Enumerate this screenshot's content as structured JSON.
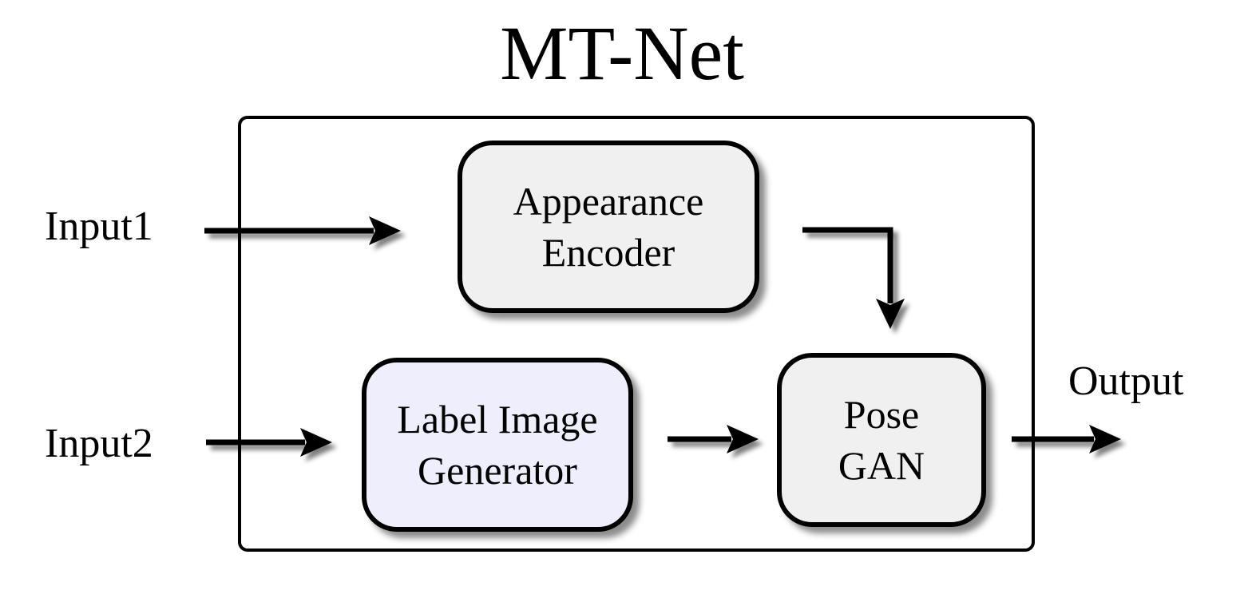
{
  "title": "MT-Net",
  "inputs": {
    "input1": "Input1",
    "input2": "Input2"
  },
  "output": "Output",
  "blocks": {
    "appearance_encoder": {
      "line1": "Appearance",
      "line2": "Encoder"
    },
    "label_image_generator": {
      "line1": "Label Image",
      "line2": "Generator"
    },
    "pose_gan": {
      "line1": "Pose",
      "line2": "GAN"
    }
  },
  "colors": {
    "block_fill": "#f0f0f0",
    "label_generator_fill": "#eeeefc",
    "stroke": "#000000"
  }
}
